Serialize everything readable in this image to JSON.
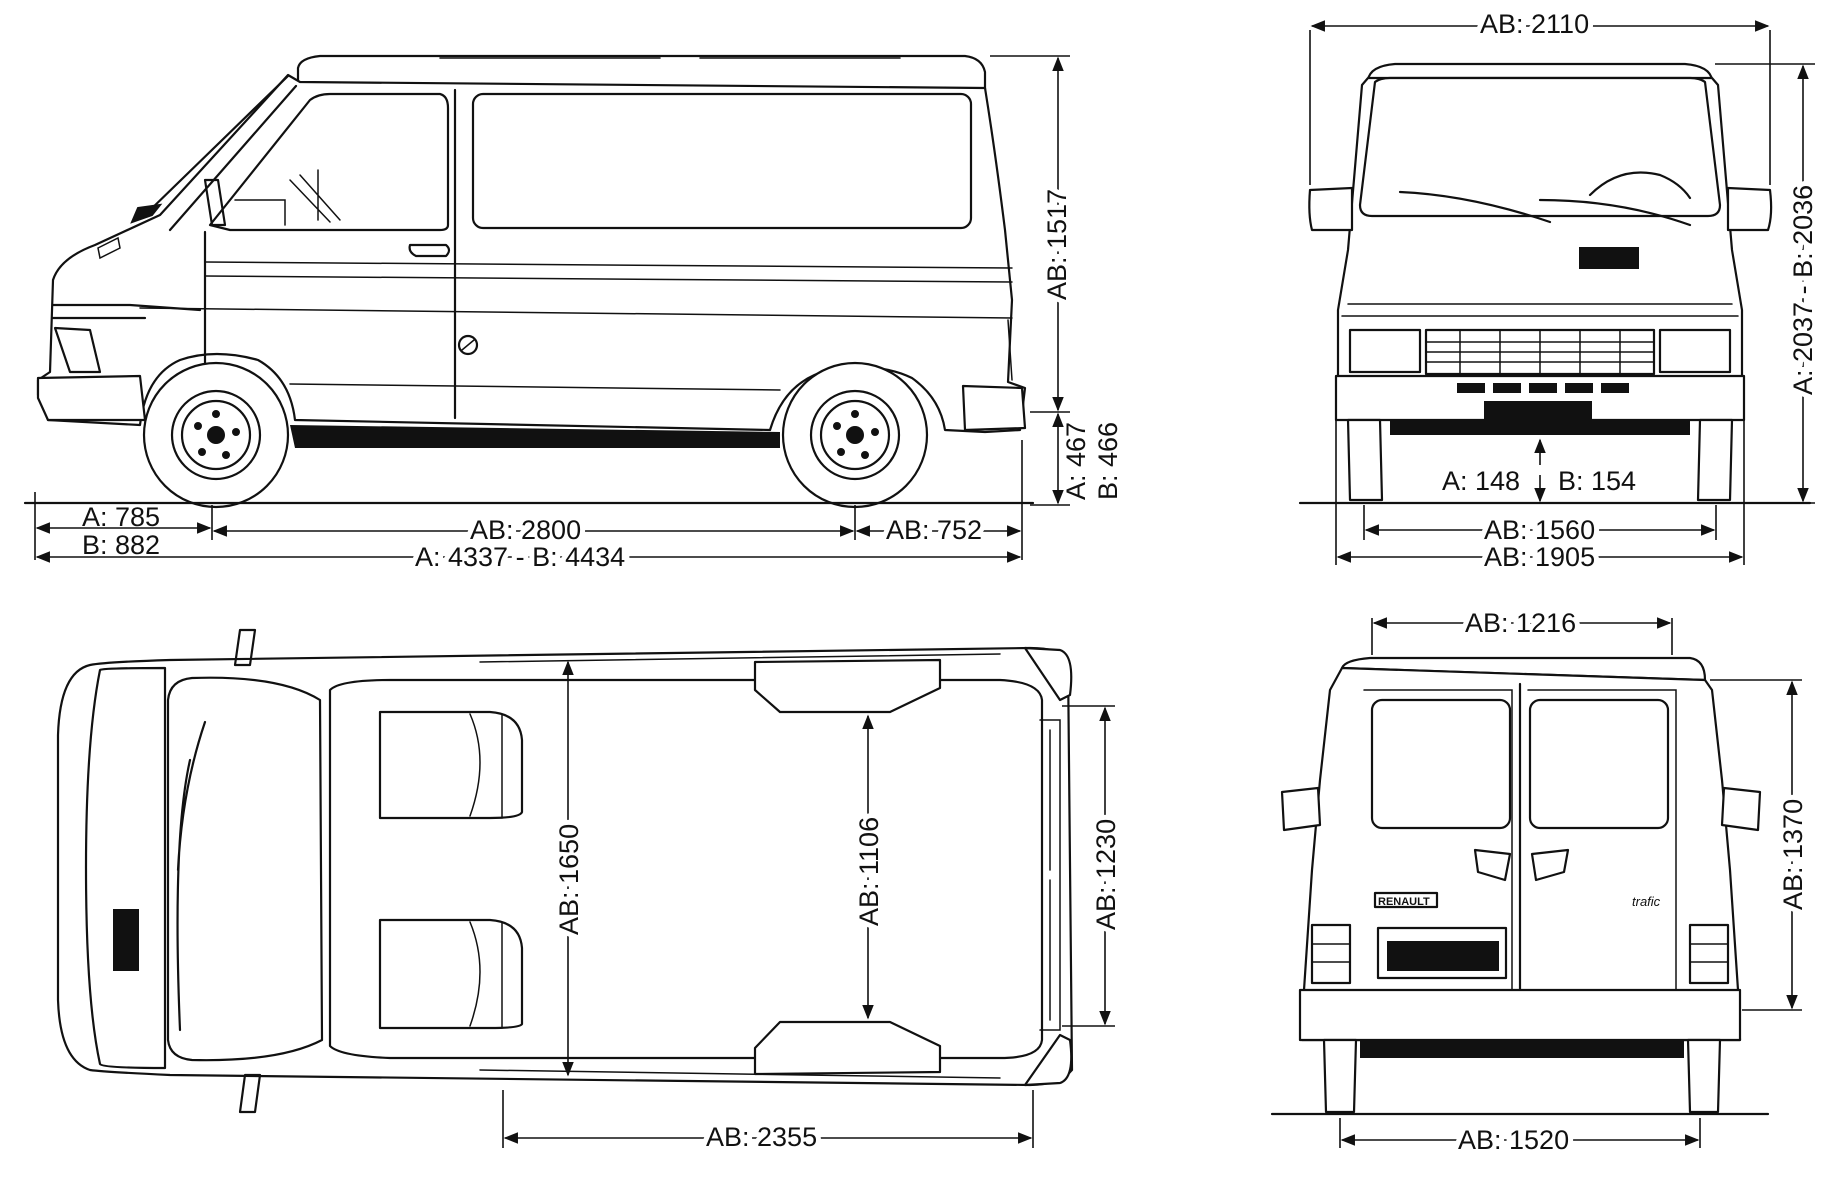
{
  "views": {
    "side": {
      "front_overhang_a": "A: 785",
      "front_overhang_b": "B: 882",
      "wheelbase": "AB: 2800",
      "rear_overhang": "AB: 752",
      "total_length": "A: 4337 - B: 4434",
      "height_upper": "AB: 1517",
      "sill_height_a": "A: 467",
      "sill_height_b": "B: 466"
    },
    "front": {
      "mirror_width": "AB: 2110",
      "total_height": "A: 2037 - B: 2036",
      "ground_clearance_a": "A: 148",
      "ground_clearance_b": "B: 154",
      "track_front": "AB: 1560",
      "body_width": "AB: 1905"
    },
    "top": {
      "interior_width": "AB: 1650",
      "between_arches": "AB: 1106",
      "side_door_opening": "AB: 1230",
      "load_length": "AB: 2355"
    },
    "rear": {
      "roof_width": "AB: 1216",
      "door_height": "AB: 1370",
      "track_rear": "AB: 1520",
      "badge_brand": "RENAULT",
      "badge_model": "trafic"
    }
  },
  "colors": {
    "ink": "#111111",
    "paper": "#ffffff"
  }
}
